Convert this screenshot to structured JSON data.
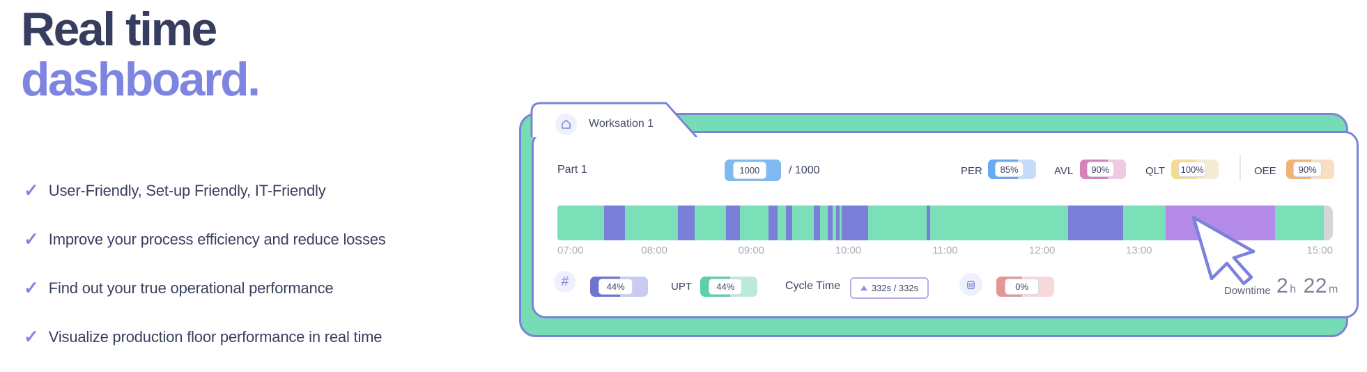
{
  "hero": {
    "title_line1": "Real time",
    "title_line2": "dashboard.",
    "title_color": "#363d5f",
    "title_accent_color": "#7d85e0",
    "bullets": [
      "User-Friendly, Set-up Friendly, IT-Friendly",
      "Improve your process efficiency and reduce losses",
      "Find out your true operational performance",
      "Visualize production floor performance in real time"
    ]
  },
  "dashboard": {
    "border_color": "#7c83d9",
    "back_card_color": "#75dcb5",
    "tab": {
      "label": "Worksation 1",
      "icon": "home-icon"
    },
    "part": {
      "label": "Part 1",
      "count": "1000",
      "total": "/ 1000",
      "counter": {
        "value": "1000",
        "dark": "#7fb9f2",
        "light": "#aed3f7",
        "fill_pct": 100
      }
    },
    "kpis": [
      {
        "label": "PER",
        "value": "85%",
        "dark": "#68a9ef",
        "light": "#c5ddf9",
        "fill_pct": 62
      },
      {
        "label": "AVL",
        "value": "90%",
        "dark": "#d583bb",
        "light": "#eecbe3",
        "fill_pct": 60
      },
      {
        "label": "QLT",
        "value": "100%",
        "dark": "#f3dc8c",
        "light": "#f3ecd3",
        "fill_pct": 55
      },
      {
        "label": "OEE",
        "value": "90%",
        "dark": "#f2b377",
        "light": "#f8dfc3",
        "fill_pct": 52
      }
    ],
    "bottom": {
      "hash_icon": "#",
      "pct_badge": {
        "value": "44%",
        "dark": "#6e74d2",
        "light": "#c9cbf0",
        "fill_pct": 52
      },
      "upt": {
        "label": "UPT",
        "value": "44%",
        "dark": "#5ad1a7",
        "light": "#bce9d9",
        "fill_pct": 52
      },
      "cycle": {
        "label": "Cycle Time",
        "value": "332s  /  332s",
        "trend_icon": "triangle-up-icon"
      },
      "reject": {
        "value": "0%",
        "dark": "#e49695",
        "light": "#f6d9d8",
        "fill_pct": 45
      },
      "downtime": {
        "label": "Downtime",
        "hours": "2",
        "hours_unit": "h",
        "minutes": "22",
        "minutes_unit": "m"
      }
    }
  },
  "chart_data": {
    "type": "timeline",
    "title": "Workstation production timeline",
    "x_range": [
      "07:00",
      "15:00"
    ],
    "grid": false,
    "legend_position": "none",
    "colors": {
      "running": "#7bdfb8",
      "stopped": "#7a80d8",
      "selected": "#b48ae8",
      "no_data": "#d6d6d8"
    },
    "base_status": "running",
    "ticks": [
      {
        "label": "07:00",
        "pct": 0,
        "align": "left"
      },
      {
        "label": "08:00",
        "pct": 12.5,
        "align": "center"
      },
      {
        "label": "09:00",
        "pct": 25,
        "align": "center"
      },
      {
        "label": "10:00",
        "pct": 37.5,
        "align": "center"
      },
      {
        "label": "11:00",
        "pct": 50,
        "align": "center"
      },
      {
        "label": "12:00",
        "pct": 62.5,
        "align": "center"
      },
      {
        "label": "13:00",
        "pct": 75,
        "align": "center"
      },
      {
        "label": "15:00",
        "pct": 100,
        "align": "right"
      }
    ],
    "segments": [
      {
        "status": "stopped",
        "start": "07:29",
        "end": "07:42",
        "pct_start": 6.0,
        "pct_width": 2.7
      },
      {
        "status": "stopped",
        "start": "08:14",
        "end": "08:25",
        "pct_start": 15.5,
        "pct_width": 2.2
      },
      {
        "status": "stopped",
        "start": "08:44",
        "end": "08:53",
        "pct_start": 21.7,
        "pct_width": 1.8
      },
      {
        "status": "stopped",
        "start": "09:11",
        "end": "09:16",
        "pct_start": 27.2,
        "pct_width": 1.2
      },
      {
        "status": "stopped",
        "start": "09:22",
        "end": "09:25",
        "pct_start": 29.5,
        "pct_width": 0.8
      },
      {
        "status": "stopped",
        "start": "09:39",
        "end": "09:43",
        "pct_start": 33.1,
        "pct_width": 0.8
      },
      {
        "status": "stopped",
        "start": "09:48",
        "end": "09:50",
        "pct_start": 34.9,
        "pct_width": 0.6
      },
      {
        "status": "stopped",
        "start": "09:52",
        "end": "09:55",
        "pct_start": 35.9,
        "pct_width": 0.5
      },
      {
        "status": "stopped",
        "start": "09:56",
        "end": "10:12",
        "pct_start": 36.7,
        "pct_width": 3.4
      },
      {
        "status": "stopped",
        "start": "10:48",
        "end": "10:51",
        "pct_start": 47.6,
        "pct_width": 0.5
      },
      {
        "status": "stopped",
        "start": "12:16",
        "end": "12:50",
        "pct_start": 65.9,
        "pct_width": 7.1
      },
      {
        "status": "selected",
        "start": "13:16",
        "end": "14:24",
        "pct_start": 78.4,
        "pct_width": 14.1
      },
      {
        "status": "no_data",
        "start": "14:55",
        "end": "15:00",
        "pct_start": 98.8,
        "pct_width": 1.2
      }
    ]
  }
}
